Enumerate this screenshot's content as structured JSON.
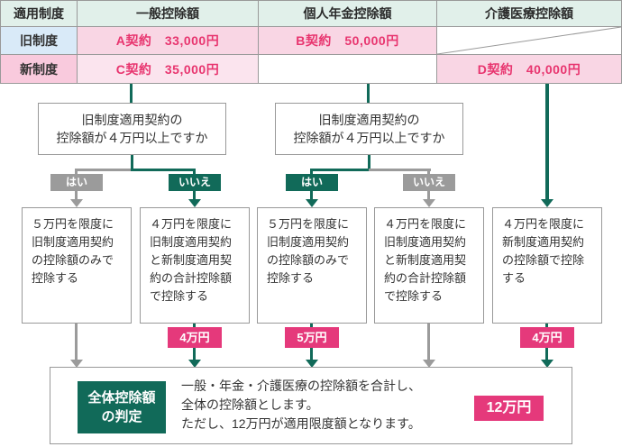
{
  "palette": {
    "teal": "#116A59",
    "gray": "#9B9B9B",
    "badge_pink": "#E5397B",
    "value_text_pink": "#E8356F",
    "header_mint_bg": "#E1F0EA",
    "old_system_blue_bg": "#D9EAF8",
    "new_system_pink_bg": "#F9CADD",
    "value_cell_pink_bg": "#F9D6E4",
    "value_cell_light_pink_bg": "#FBE4EE",
    "border_gray": "#999999"
  },
  "table": {
    "headers": [
      "適用制度",
      "一般控除額",
      "個人年金控除額",
      "介護医療控除額"
    ],
    "rows": [
      {
        "label": "旧制度",
        "cells": [
          "A契約　33,000円",
          "B契約　50,000円",
          null
        ]
      },
      {
        "label": "新制度",
        "cells": [
          "C契約　35,000円",
          "",
          "D契約　40,000円"
        ]
      }
    ]
  },
  "flow": {
    "decisions": [
      {
        "line1": "旧制度適用契約の",
        "line2": "控除額が４万円以上ですか"
      },
      {
        "line1": "旧制度適用契約の",
        "line2": "控除額が４万円以上ですか"
      }
    ],
    "yes_label": "はい",
    "no_label": "いいえ",
    "outcomes": [
      "５万円を限度に旧制度適用契約の控除額のみで控除する",
      "４万円を限度に旧制度適用契約と新制度適用契約の合計控除額で控除する",
      "５万円を限度に旧制度適用契約の控除額のみで控除する",
      "４万円を限度に旧制度適用契約と新制度適用契約の合計控除額で控除する",
      "４万円を限度に新制度適用契約の控除額で控除する"
    ],
    "badges": [
      "4万円",
      "5万円",
      "4万円"
    ]
  },
  "summary": {
    "title_line1": "全体控除額",
    "title_line2": "の判定",
    "line1": "一般・年金・介護医療の控除額を合計し、",
    "line2": "全体の控除額とします。",
    "line3": "ただし、12万円が適用限度額となります。",
    "badge": "12万円"
  }
}
